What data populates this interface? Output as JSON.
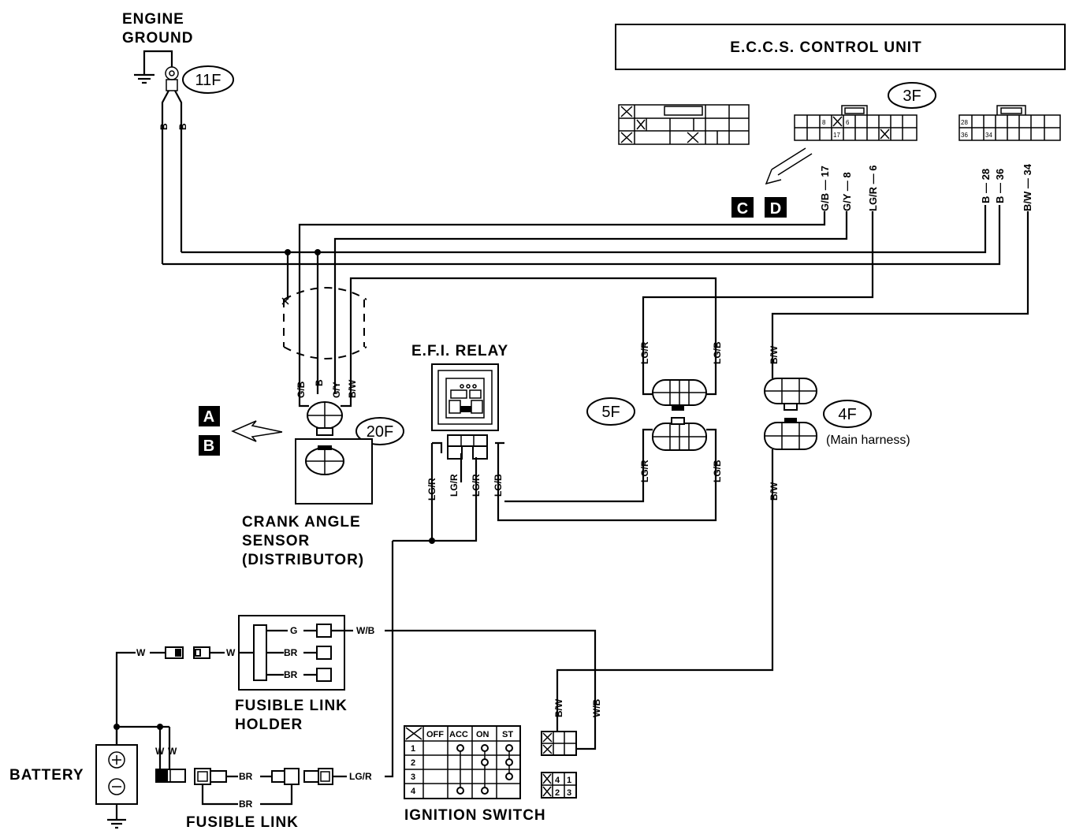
{
  "title_box": "E.C.C.S. CONTROL UNIT",
  "labels": {
    "engine_ground_1": "ENGINE",
    "engine_ground_2": "GROUND",
    "efi_relay": "E.F.I. RELAY",
    "crank_1": "CRANK ANGLE",
    "crank_2": "SENSOR",
    "crank_3": "(DISTRIBUTOR)",
    "fusible_holder_1": "FUSIBLE LINK",
    "fusible_holder_2": "HOLDER",
    "battery": "BATTERY",
    "fusible_link": "FUSIBLE LINK",
    "ignition_switch": "IGNITION SWITCH",
    "main_harness": "(Main harness)"
  },
  "connectors": {
    "c11f": "11F",
    "c3f": "3F",
    "c20f": "20F",
    "c5f": "5F",
    "c4f": "4F"
  },
  "refs": {
    "a": "A",
    "b": "B",
    "c": "C",
    "d": "D"
  },
  "ecu_wires": {
    "gb17": "G/B — 17",
    "gy8": "G/Y — 8",
    "lgr6": "LG/R — 6",
    "b28": "B — 28",
    "b36": "B — 36",
    "bw34": "B/W — 34"
  },
  "ecu_pins": {
    "p8": "8",
    "p6": "6",
    "p17": "17",
    "p28": "28",
    "p36": "36",
    "p34": "34"
  },
  "wire_labels": {
    "gnd_b1": "B",
    "gnd_b2": "B",
    "cas_gb": "G/B",
    "cas_b": "B",
    "cas_gy": "G/Y",
    "cas_bw": "B/W",
    "f5_top_lgr": "LG/R",
    "f5_top_lgb": "LG/B",
    "f5_bot_lgr": "LG/R",
    "f5_bot_lgb": "LG/B",
    "f4_top_bw": "B/W",
    "f4_bot_bw": "B/W",
    "relay_lgr1": "LG/R",
    "relay_lgr2": "LG/R",
    "relay_lgr3": "LG/R",
    "relay_lgb": "LG/B",
    "fl_w1": "W",
    "fl_w2": "W",
    "fl_g": "G",
    "fl_br1": "BR",
    "fl_br2": "BR",
    "fl_wb": "W/B",
    "bat_w1": "W",
    "bat_w2": "W",
    "fuse_br1": "BR",
    "fuse_br2": "BR",
    "ign_lgr": "LG/R",
    "ign_bw": "B/W",
    "ign_wb": "W/B"
  },
  "ignition_table": {
    "headers": [
      "OFF",
      "ACC",
      "ON",
      "ST"
    ],
    "rows": [
      "1",
      "2",
      "3",
      "4"
    ]
  },
  "ign_connector_pins": [
    "4",
    "1",
    "2",
    "3"
  ]
}
